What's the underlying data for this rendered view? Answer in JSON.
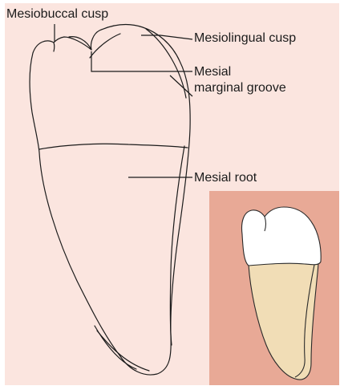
{
  "labels": {
    "mesiobuccal_cusp": "Mesiobuccal cusp",
    "mesiolingual_cusp": "Mesiolingual cusp",
    "mesial_marginal_groove_line1": "Mesial",
    "mesial_marginal_groove_line2": "marginal groove",
    "mesial_root": "Mesial root"
  },
  "colors": {
    "background": "#fbe5df",
    "inset_background": "#e8a996",
    "crown": "#ffffff",
    "root": "#f1ddb6",
    "outline": "#1b1b1b"
  }
}
